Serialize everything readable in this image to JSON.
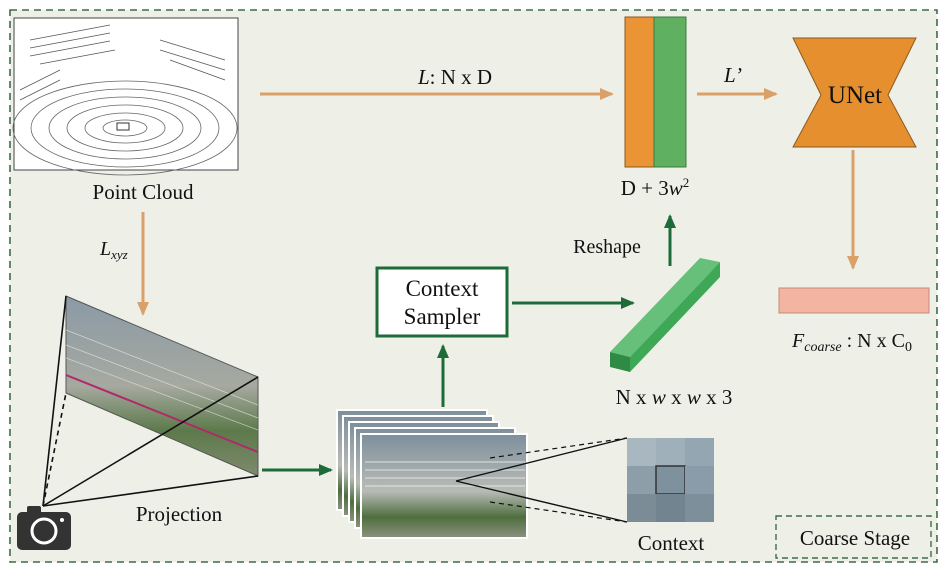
{
  "labels": {
    "point_cloud": "Point Cloud",
    "l_nxd": "N x D",
    "l_nxd_prefix": "L",
    "l_prime": "L’",
    "d_plus": "D + 3",
    "w_var": "w",
    "squared": "2",
    "unet": "UNet",
    "lxyz_main": "L",
    "lxyz_sub": "xyz",
    "reshape": "Reshape",
    "context_sampler_line1": "Context",
    "context_sampler_line2": "Sampler",
    "fcoarse_main": "F",
    "fcoarse_sub": "coarse",
    "fcoarse_rest": " : N x C",
    "fcoarse_c_sub": "0",
    "nwwx_n": "N x ",
    "nwwx_w1": "w",
    "nwwx_mid": " x ",
    "nwwx_w2": "w",
    "nwwx_end": " x 3",
    "projection": "Projection",
    "context": "Context",
    "coarse_stage": "Coarse Stage"
  },
  "icons": {
    "camera": "camera-icon"
  },
  "colors": {
    "background": "#eef0e8",
    "dashed_border": "#3f6b4b",
    "orange_arrow": "#d9a06a",
    "green_arrow": "#1e6b3a",
    "orange_block": "#ea9436",
    "green_block": "#5fb060",
    "unet_fill": "#e68f2e",
    "fcoarse_fill": "#f3b4a2",
    "green_bar": "#3ea857"
  }
}
